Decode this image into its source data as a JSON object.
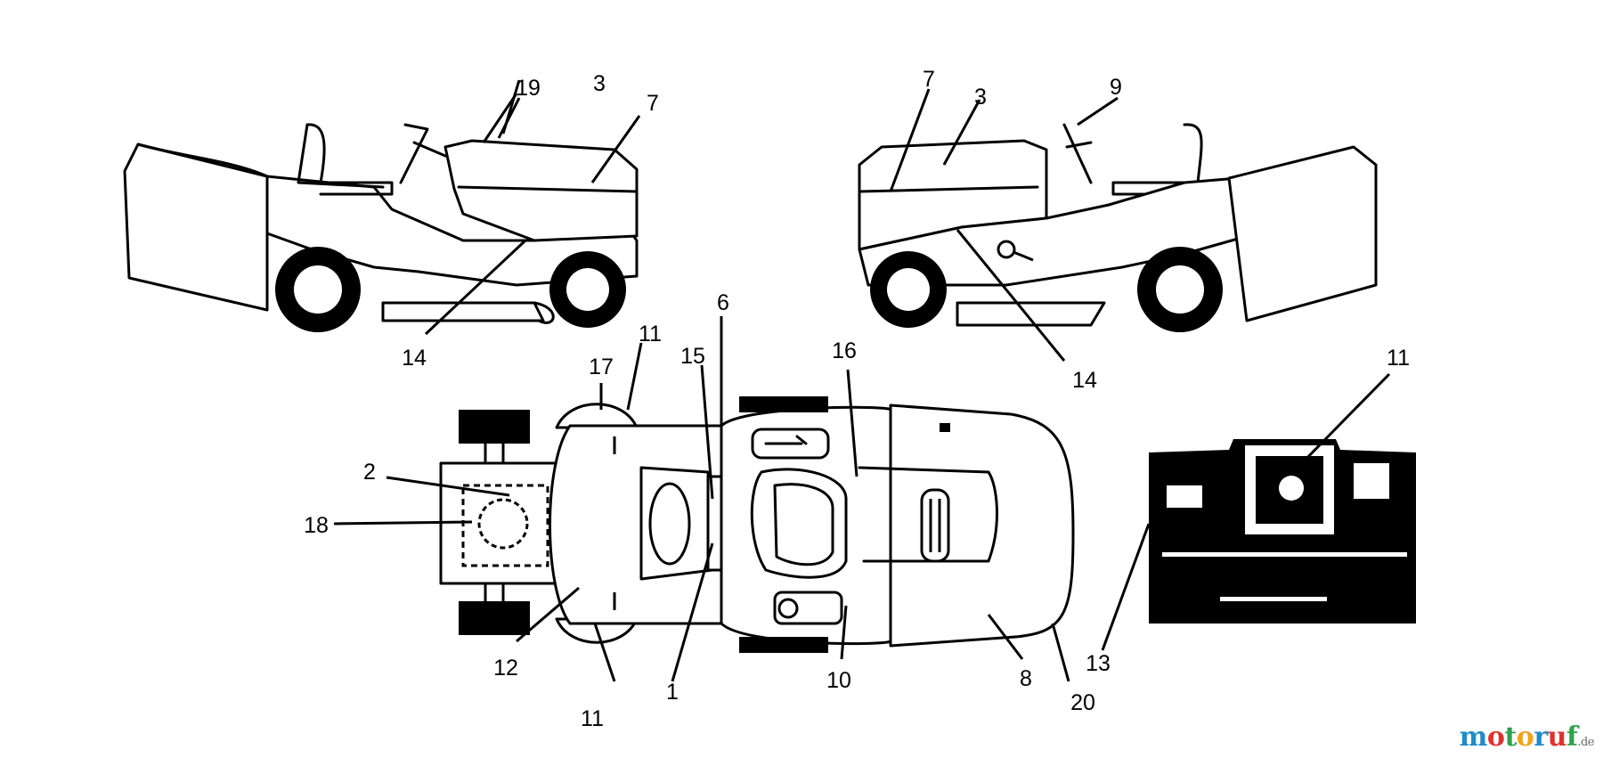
{
  "callouts": {
    "c19": "19",
    "c3a": "3",
    "c7a": "7",
    "c14a": "14",
    "c7b": "7",
    "c3b": "3",
    "c9": "9",
    "c14b": "14",
    "c6": "6",
    "c11a": "11",
    "c17": "17",
    "c15": "15",
    "c16": "16",
    "c2": "2",
    "c18": "18",
    "c12": "12",
    "c11b": "11",
    "c1": "1",
    "c10": "10",
    "c8": "8",
    "c20": "20",
    "c11c": "11",
    "c13": "13"
  },
  "watermark": {
    "letters": [
      "m",
      "o",
      "t",
      "o",
      "r",
      "u",
      "f"
    ],
    "tld": ".de",
    "colors": [
      "#1f8bc9",
      "#e2312d",
      "#2ea24a",
      "#f2a31c",
      "#1f8bc9",
      "#e2312d",
      "#2ea24a"
    ]
  }
}
